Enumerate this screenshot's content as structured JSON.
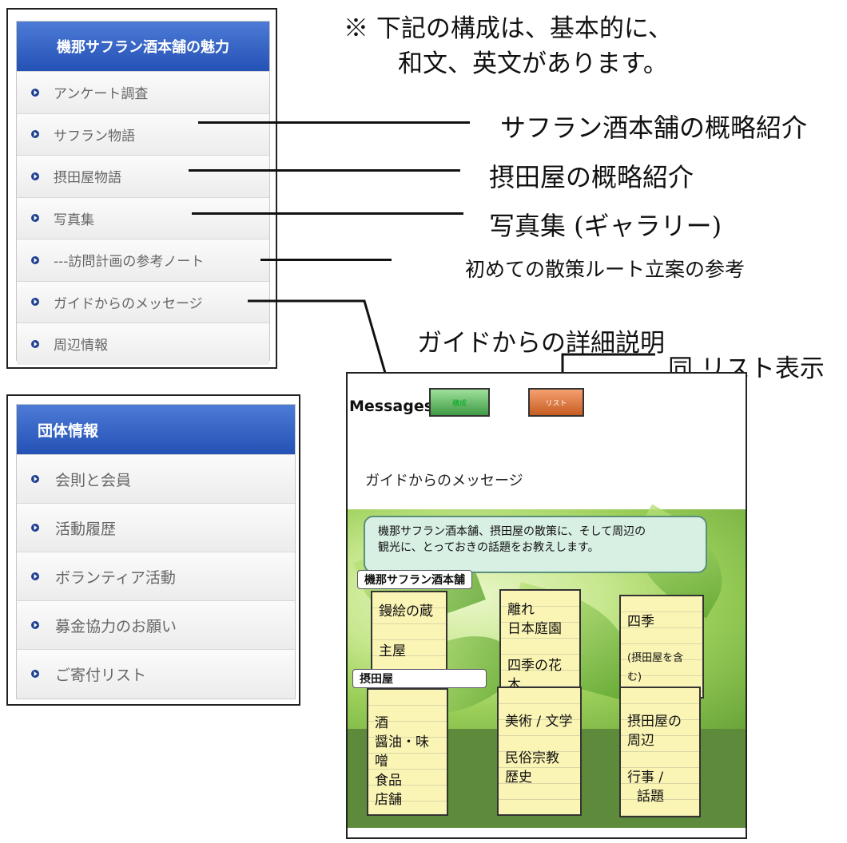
{
  "menu_saffron": {
    "title": "機那サフラン酒本舗の魅力",
    "items": [
      "アンケート調査",
      "サフラン物語",
      "摂田屋物語",
      "写真集",
      "---訪問計画の参考ノート",
      "ガイドからのメッセージ",
      "周辺情報"
    ]
  },
  "menu_group": {
    "title": "団体情報",
    "items": [
      "会則と会員",
      "活動履歴",
      "ボランティア活動",
      "募金協力のお願い",
      "ご寄付リスト"
    ]
  },
  "notes": {
    "line1": "※ 下記の構成は、基本的に、",
    "line2": "和文、英文があります。",
    "saffron_intro": "サフラン酒本舗の概略紹介",
    "settsu_intro": "摂田屋の概略紹介",
    "photos": "写真集 (ギャラリー)",
    "route": "初めての散策ルート立案の参考",
    "guide_detail": "ガイドからの詳細説明",
    "list_view": "同 リスト表示"
  },
  "panel": {
    "title": "Messages",
    "btn_structure": "構成",
    "btn_list": "リスト",
    "heading": "ガイドからのメッセージ",
    "bubble_line1": "機那サフラン酒本舗、摂田屋の散策に、そして周辺の",
    "bubble_line2": "観光に、とっておきの話題をお教えします。",
    "section_saffron": "機那サフラン酒本舗",
    "section_settsu": "摂田屋",
    "cards": [
      {
        "l1": "鏝絵の蔵",
        "l2": "主屋"
      },
      {
        "l1": "離れ",
        "l2": "日本庭園",
        "l3": "四季の花木"
      },
      {
        "l1": "四季",
        "l2": "(摂田屋を含む)"
      },
      {
        "l1": "酒",
        "l2": "醤油・味噌",
        "l3": "食品",
        "l4": "店舗"
      },
      {
        "l1": "美術 / 文学",
        "l2": "民俗宗教",
        "l3": "歴史"
      },
      {
        "l1": "摂田屋の",
        "l2": "周辺",
        "l3": "行事 /",
        "l4": "話題"
      }
    ]
  },
  "colors": {
    "menu_header": "#2a56b8",
    "btn_structure": "#3e9a44",
    "btn_list": "#c65d22",
    "card_bg": "#fbf5b5"
  }
}
